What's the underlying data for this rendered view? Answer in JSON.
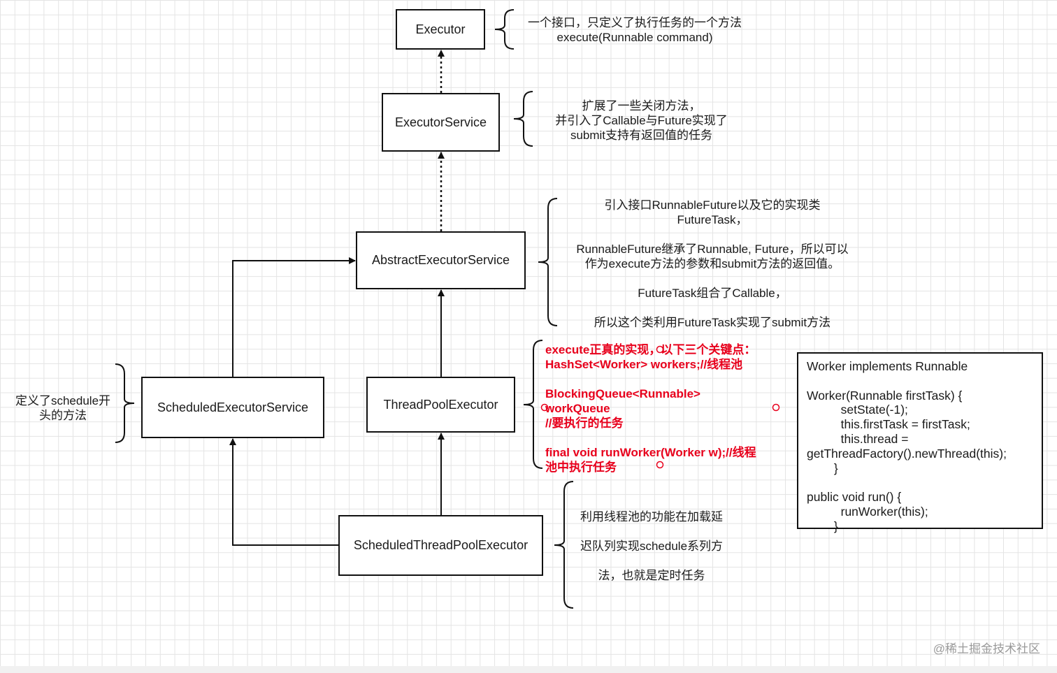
{
  "nodes": {
    "executor": "Executor",
    "executor_service": "ExecutorService",
    "abstract_executor_service": "AbstractExecutorService",
    "scheduled_executor_service": "ScheduledExecutorService",
    "thread_pool_executor": "ThreadPoolExecutor",
    "scheduled_thread_pool_executor": "ScheduledThreadPoolExecutor"
  },
  "notes": {
    "executor": [
      "一个接口，只定义了执行任务的一个方法",
      "execute(Runnable command)"
    ],
    "executor_service": [
      "扩展了一些关闭方法，",
      "并引入了Callable与Future实现了",
      "submit支持有返回值的任务"
    ],
    "abstract_executor_service": [
      "引入接口RunnableFuture以及它的实现类",
      "FutureTask，",
      "",
      "RunnableFuture继承了Runnable, Future，所以可以",
      "作为execute方法的参数和submit方法的返回值。",
      "",
      "FutureTask组合了Callable，",
      "",
      "所以这个类利用FutureTask实现了submit方法"
    ],
    "thread_pool_executor": [
      "execute正真的实现，以下三个关键点：",
      "HashSet<Worker> workers;//线程池",
      "",
      "BlockingQueue<Runnable>",
      "workQueue",
      "//要执行的任务",
      "",
      "final void runWorker(Worker w);//线程",
      "池中执行任务"
    ],
    "scheduled_executor_service": [
      "定义了schedule开",
      "头的方法"
    ],
    "scheduled_thread_pool_executor": [
      "利用线程池的功能在加载延",
      "",
      "迟队列实现schedule系列方",
      "",
      "法，也就是定时任务"
    ]
  },
  "worker_code": "Worker implements Runnable\n\nWorker(Runnable firstTask) {\n          setState(-1);\n          this.firstTask = firstTask;\n          this.thread =\ngetThreadFactory().newThread(this);\n        }\n\npublic void run() {\n          runWorker(this);\n        }",
  "watermark": "@稀土掘金技术社区",
  "colors": {
    "border": "#111111",
    "highlight_text": "#e8001c",
    "grid": "#e4e4e4"
  }
}
